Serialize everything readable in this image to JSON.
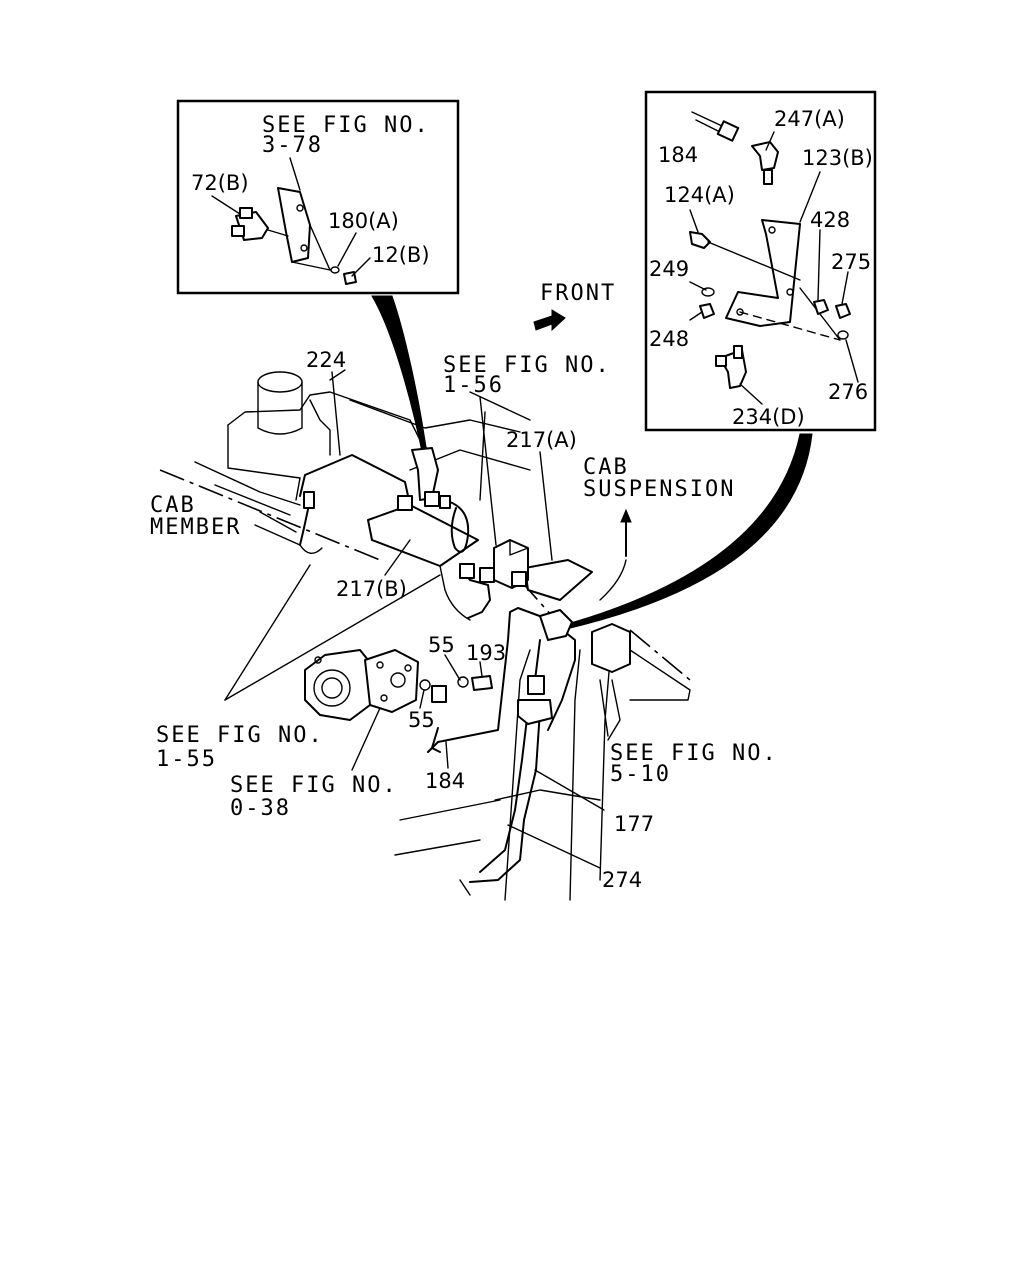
{
  "notes": {
    "see_fig_3_78": [
      "SEE FIG NO.",
      "3-78"
    ],
    "see_fig_1_56": [
      "SEE FIG NO.",
      "1-56"
    ],
    "see_fig_1_55": [
      "SEE FIG NO.",
      "1-55"
    ],
    "see_fig_0_38": [
      "SEE FIG NO.",
      "0-38"
    ],
    "see_fig_5_10": [
      "SEE FIG NO.",
      "5-10"
    ],
    "front": "FRONT",
    "cab_member": [
      "CAB",
      "MEMBER"
    ],
    "cab_suspension": [
      "CAB",
      "SUSPENSION"
    ]
  },
  "parts": {
    "p72b": "72(B)",
    "p180a": "180(A)",
    "p12b": "12(B)",
    "p184_inset": "184",
    "p247a": "247(A)",
    "p123b": "123(B)",
    "p124a": "124(A)",
    "p428": "428",
    "p249": "249",
    "p275": "275",
    "p248": "248",
    "p276": "276",
    "p234d": "234(D)",
    "p224": "224",
    "p217a": "217(A)",
    "p217b": "217(B)",
    "p55_top": "55",
    "p193": "193",
    "p55_bottom": "55",
    "p184": "184",
    "p177": "177",
    "p274": "274"
  }
}
